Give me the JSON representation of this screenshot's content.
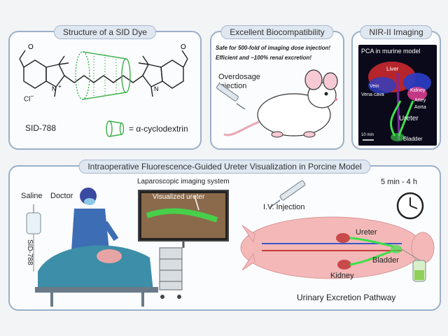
{
  "panels": {
    "structure": {
      "title": "Structure of a SID Dye",
      "dye_name": "SID-788",
      "counter_ion": "Cl",
      "counter_ion_charge": "−",
      "legend_text": "= α-cyclodextrin"
    },
    "biocompat": {
      "title": "Excellent Biocompatibility",
      "line1": "Safe for 500-fold of imaging dose injection!",
      "line2": "Efficient and ~100% renal excretion!",
      "injection_label": "Overdosage\ninjection"
    },
    "nir": {
      "title": "NIR-II Imaging",
      "subtitle": "PCA in murine model",
      "labels": {
        "liver": "Liver",
        "vein": "Vein",
        "vena_cava": "Vena cava",
        "kidney": "Kidney",
        "artery": "Artey",
        "aorta": "Aorta",
        "ureter": "Ureter",
        "bladder": "Bladder",
        "time": "10 min"
      }
    },
    "intraop": {
      "title": "Intraoperative Fluorescence-Guided Ureter Visualization in Porcine Model",
      "saline": "Saline",
      "doctor": "Doctor",
      "sid788": "SID-788",
      "system": "Laparoscopic imaging system",
      "visualized": "Visualized ureter",
      "iv": "I.V. Injection",
      "time_range": "5 min - 4 h",
      "ureter": "Ureter",
      "bladder": "Bladder",
      "kidney": "Kidney",
      "pathway": "Urinary Excretion Pathway"
    }
  },
  "colors": {
    "panel_border": "#9bb0c8",
    "title_bg": "#dfe7f1",
    "cyclodextrin": "#3cb04a",
    "pig": "#f4b8b8",
    "drape": "#3d8ea8",
    "nir_bg": "#0a0a1a"
  }
}
